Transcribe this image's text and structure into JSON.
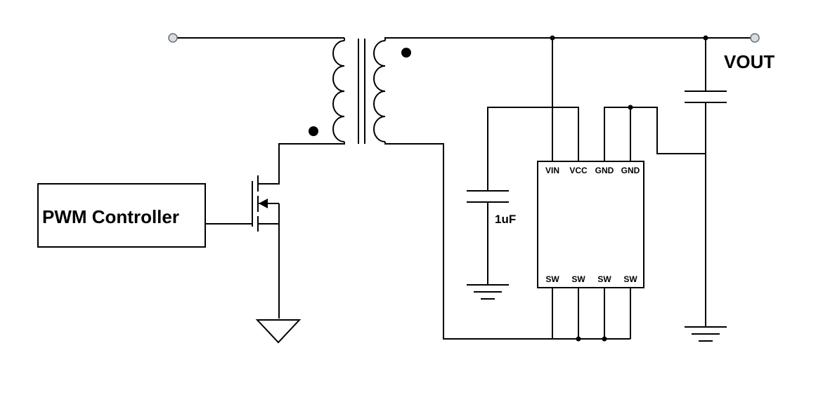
{
  "labels": {
    "pwm_controller": "PWM Controller",
    "vout": "VOUT",
    "capacitor_value": "1uF"
  },
  "ic_pins": {
    "top": [
      "VIN",
      "VCC",
      "GND",
      "GND"
    ],
    "bottom": [
      "SW",
      "SW",
      "SW",
      "SW"
    ]
  },
  "colors": {
    "wire": "#000000",
    "terminal_fill": "#d8dce2",
    "terminal_stroke": "#6a6f75"
  }
}
